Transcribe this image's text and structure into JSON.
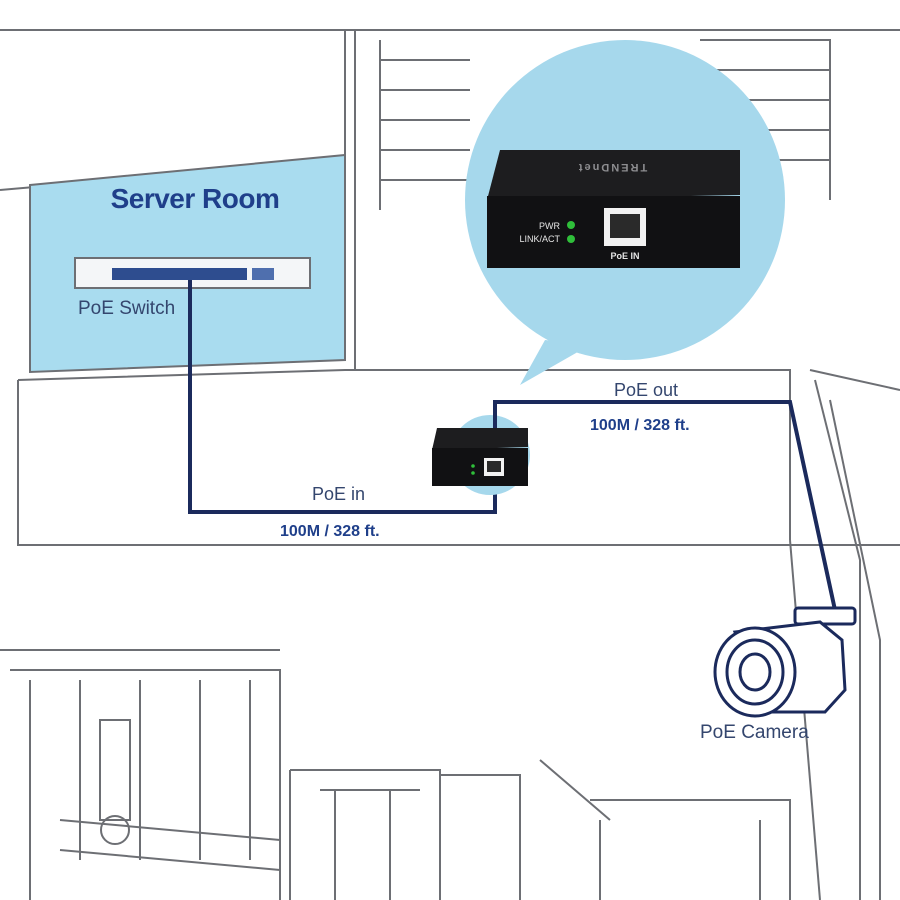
{
  "labels": {
    "server_room": "Server Room",
    "poe_switch": "PoE Switch",
    "poe_in": "PoE in",
    "poe_in_distance": "100M / 328 ft.",
    "poe_out": "PoE out",
    "poe_out_distance": "100M / 328 ft.",
    "poe_camera": "PoE Camera"
  },
  "device": {
    "brand": "TRENDnet",
    "led_pwr": "PWR",
    "led_link": "LINK/ACT",
    "port_label": "PoE IN"
  },
  "colors": {
    "server_room_fill": "#a9dcef",
    "callout_fill": "#a6d8ec",
    "cable": "#1b2a5c",
    "heading_text": "#1f3f8a",
    "label_text": "#34466e",
    "outline": "#6d6f74",
    "led": "#2fbf3a"
  }
}
